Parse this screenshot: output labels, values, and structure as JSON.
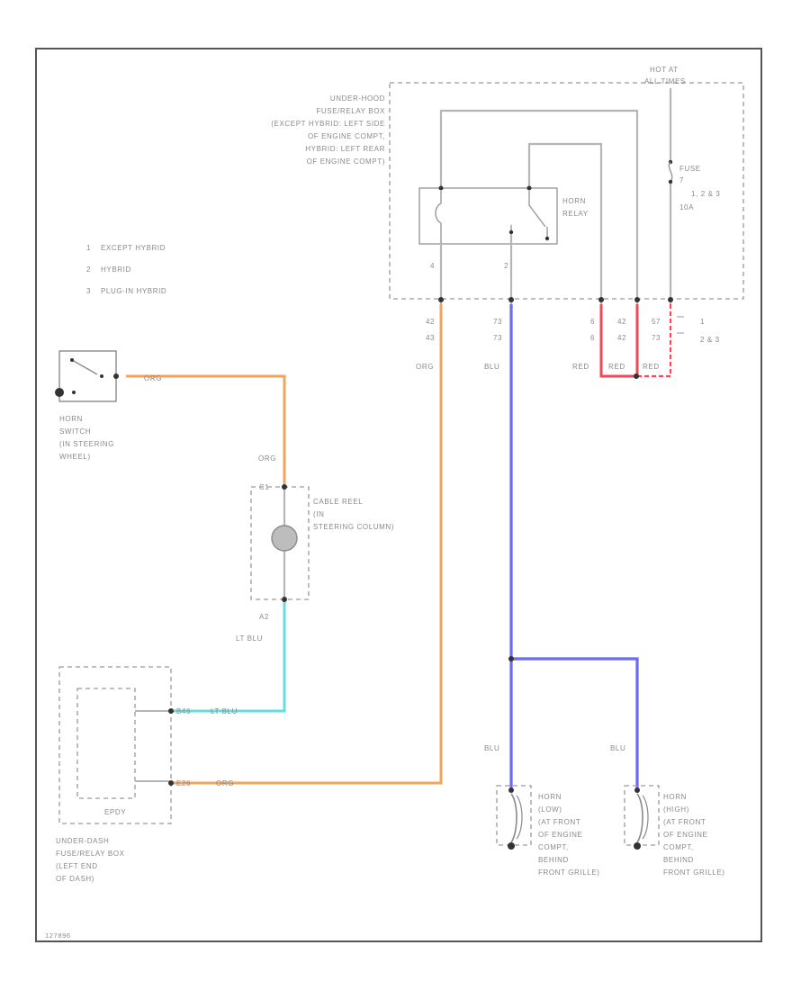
{
  "colors": {
    "frame": "#555555",
    "wire_gray": "#b5b5b5",
    "org": "#f5a35a",
    "blu": "#6b6bef",
    "lt_blu": "#66dde0",
    "red": "#f04a5a"
  },
  "legend": {
    "items": [
      {
        "num": "1",
        "text": "EXCEPT HYBRID"
      },
      {
        "num": "2",
        "text": "HYBRID"
      },
      {
        "num": "3",
        "text": "PLUG-IN HYBRID"
      }
    ]
  },
  "underhood_box": {
    "label_lines": [
      "UNDER-HOOD",
      "FUSE/RELAY BOX",
      "(EXCEPT HYBRID: LEFT SIDE",
      "OF ENGINE COMPT,",
      "HYBRID: LEFT REAR",
      "OF ENGINE COMPT)"
    ]
  },
  "hot_at": {
    "lines": [
      "HOT AT",
      "ALL TIMES"
    ]
  },
  "fuse": {
    "lines": [
      "FUSE",
      "7",
      "10A"
    ],
    "variant": "1, 2 & 3"
  },
  "horn_relay": {
    "lines": [
      "HORN",
      "RELAY"
    ],
    "pin_left": "4",
    "pin_right": "2"
  },
  "connectors": {
    "org_pins": [
      "42",
      "43"
    ],
    "blu_pins": [
      "73",
      "73"
    ],
    "red_pins_a": [
      "6",
      "6"
    ],
    "red_pins_b": [
      "42",
      "42"
    ],
    "red_pins_c": [
      "57",
      "73"
    ],
    "variant_1": "1",
    "variant_2": "2 & 3"
  },
  "wires": {
    "org": "ORG",
    "blu": "BLU",
    "lt_blu": "LT BLU",
    "red": "RED",
    "a2": "A2",
    "c1": "C1",
    "b46": "B46",
    "e26": "E26"
  },
  "horn_switch": {
    "lines": [
      "HORN",
      "SWITCH",
      "(IN STEERING",
      "WHEEL)"
    ]
  },
  "cable_reel": {
    "lines": [
      "CABLE REEL",
      "(IN",
      "STEERING COLUMN)"
    ]
  },
  "underdash_box": {
    "label_lines": [
      "UNDER-DASH",
      "FUSE/RELAY BOX",
      "(LEFT END",
      "OF DASH)"
    ],
    "inner": "EPDY"
  },
  "horn_low": {
    "lines": [
      "HORN",
      "(LOW)",
      "(AT FRONT",
      "OF ENGINE",
      "COMPT,",
      "BEHIND",
      "FRONT GRILLE)"
    ]
  },
  "horn_high": {
    "lines": [
      "HORN",
      "(HIGH)",
      "(AT FRONT",
      "OF ENGINE",
      "COMPT,",
      "BEHIND",
      "FRONT GRILLE)"
    ]
  },
  "footer_code": "127896"
}
